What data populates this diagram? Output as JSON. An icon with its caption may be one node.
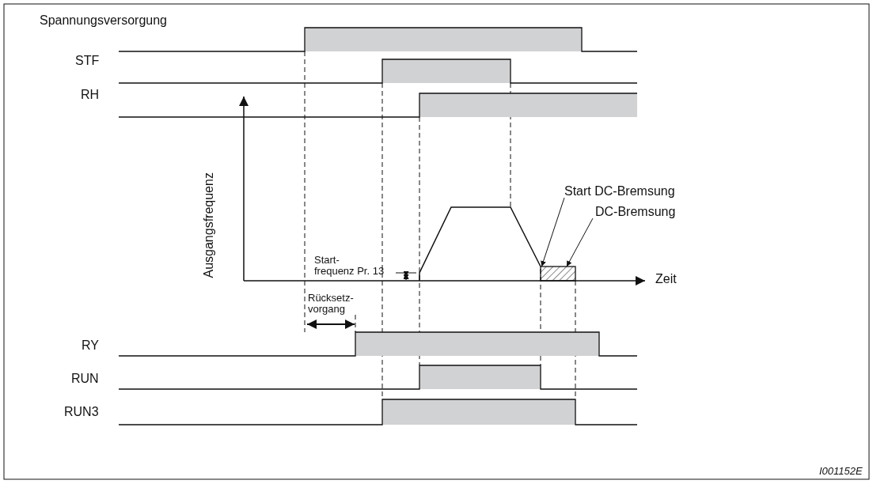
{
  "diagram": {
    "nodes": [
      {
        "text": [
          "Start DC-Bremsung"
        ]
      },
      {
        "text": [
          "DC-Bremsung"
        ]
      },
      {
        "text": [],
        "shape": "box"
      }
    ],
    "edges": [
      {
        "from": 0,
        "to": 2,
        "arrow": "to"
      },
      {
        "from": 1,
        "to": 2,
        "arrow": "to"
      }
    ],
    "labels": [
      "Spannungsversorgung",
      "STF",
      "RH",
      "Ausgangsfrequenz",
      "Start- frequenz Pr. 13",
      "Zeit",
      "Rücksetz- vorgang",
      "RY",
      "RUN",
      "RUN3",
      "I001152E"
    ]
  }
}
